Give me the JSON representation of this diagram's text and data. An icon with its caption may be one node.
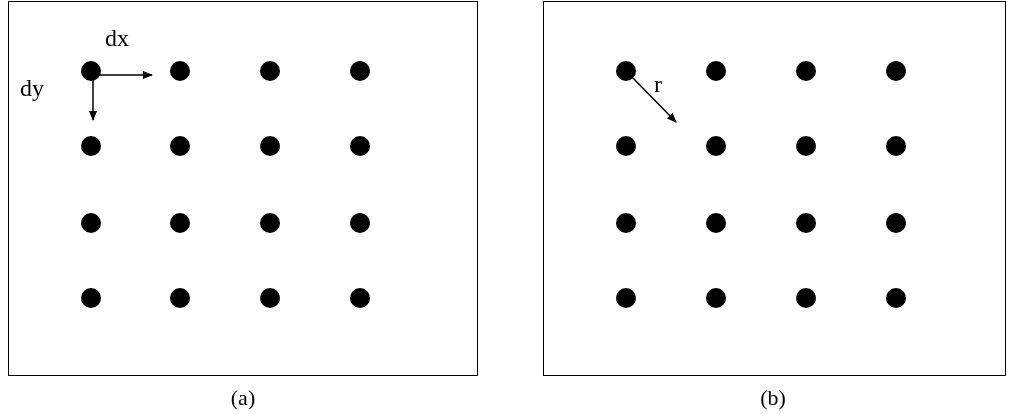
{
  "diagram": {
    "nodes": [
      {
        "text": [],
        "shape": "box",
        "beside": [
          "(a)"
        ]
      },
      {
        "text": [],
        "shape": "box",
        "beside": [
          "(b)"
        ]
      }
    ],
    "labels": [
      "dx",
      "dy",
      "r"
    ]
  }
}
